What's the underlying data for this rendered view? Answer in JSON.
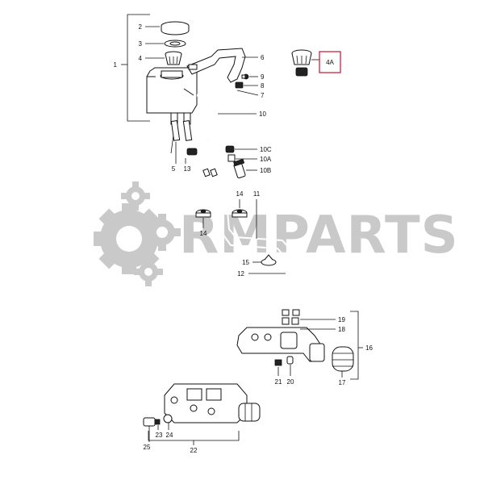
{
  "watermark": {
    "text": "RMPARTS",
    "color": "#c9c9c9"
  },
  "highlight": {
    "label": "4A",
    "color": "#c8102e"
  },
  "callouts": [
    {
      "id": "c1",
      "label": "1"
    },
    {
      "id": "c2",
      "label": "2"
    },
    {
      "id": "c3",
      "label": "3"
    },
    {
      "id": "c4",
      "label": "4"
    },
    {
      "id": "c5",
      "label": "5"
    },
    {
      "id": "c6",
      "label": "6"
    },
    {
      "id": "c7",
      "label": "7"
    },
    {
      "id": "c8",
      "label": "8"
    },
    {
      "id": "c9",
      "label": "9"
    },
    {
      "id": "c10",
      "label": "10"
    },
    {
      "id": "c10c",
      "label": "10C"
    },
    {
      "id": "c10a",
      "label": "10A"
    },
    {
      "id": "c10b",
      "label": "10B"
    },
    {
      "id": "c11",
      "label": "11"
    },
    {
      "id": "c12",
      "label": "12"
    },
    {
      "id": "c13",
      "label": "13"
    },
    {
      "id": "c14a",
      "label": "14"
    },
    {
      "id": "c14b",
      "label": "14"
    },
    {
      "id": "c15",
      "label": "15"
    },
    {
      "id": "c16",
      "label": "16"
    },
    {
      "id": "c17",
      "label": "17"
    },
    {
      "id": "c18",
      "label": "18"
    },
    {
      "id": "c19",
      "label": "19"
    },
    {
      "id": "c20",
      "label": "20"
    },
    {
      "id": "c21",
      "label": "21"
    },
    {
      "id": "c22",
      "label": "22"
    },
    {
      "id": "c23",
      "label": "23"
    },
    {
      "id": "c24",
      "label": "24"
    },
    {
      "id": "c25",
      "label": "25"
    }
  ]
}
